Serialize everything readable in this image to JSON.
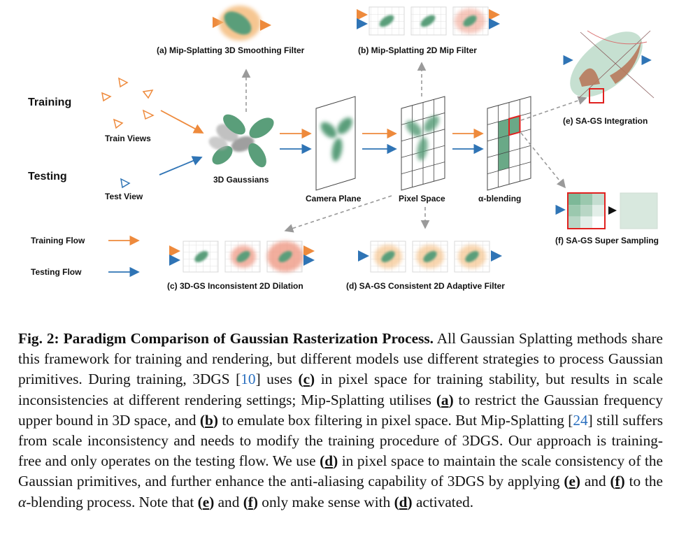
{
  "figure": {
    "labels": {
      "training": "Training",
      "testing": "Testing",
      "train_views": "Train Views",
      "test_view": "Test View",
      "gaussians_3d": "3D Gaussians",
      "camera_plane": "Camera Plane",
      "pixel_space": "Pixel Space",
      "alpha_blending": "α-blending",
      "training_flow": "Training Flow",
      "testing_flow": "Testing Flow",
      "panel_a": "(a) Mip-Splatting 3D Smoothing Filter",
      "panel_b": "(b) Mip-Splatting 2D Mip Filter",
      "panel_c": "(c) 3D-GS Inconsistent 2D Dilation",
      "panel_d": "(d) SA-GS Consistent 2D Adaptive Filter",
      "panel_e": "(e) SA-GS Integration",
      "panel_f": "(f) SA-GS Super Sampling"
    },
    "colors": {
      "training_arrow": "#ee8a3c",
      "testing_arrow": "#2f74b5",
      "gaussian_green": "#5a9e7a",
      "blur_orange": "#f3b46d",
      "dilation_red": "#ef9a85",
      "highlight_red": "#e0211f",
      "dashed_gray": "#9a9a9a"
    }
  },
  "caption": {
    "fig_label": "Fig. 2:",
    "title": "Paradigm Comparison of Gaussian Rasterization Process.",
    "s1": "All Gaussian Splatting methods share this framework for training and rendering, but different models use different strategies to process Gaussian primitives. During training, 3DGS [",
    "ref10": "10",
    "s2": "] uses ",
    "c_letter": "c",
    "s3": " in pixel space for training stability, but results in scale inconsistencies at different rendering settings; Mip-Splatting utilises ",
    "a_letter": "a",
    "s4": " to restrict the Gaussian frequency upper bound in 3D space, and ",
    "b_letter": "b",
    "s5": " to emulate box filtering in pixel space. But Mip-Splatting [",
    "ref24": "24",
    "s6": "] still suffers from scale inconsistency and needs to modify the training procedure of 3DGS. Our approach is training-free and only operates on the testing flow. We use ",
    "d_letter": "d",
    "s7": " in pixel space to maintain the scale consistency of the Gaussian primitives, and further enhance the anti-aliasing capability of 3DGS by applying ",
    "e_letter": "e",
    "s8": " and ",
    "f_letter": "f",
    "s9": " to the ",
    "alpha": "α",
    "s10": "-blending process. Note that ",
    "e_letter2": "e",
    "s11": " and ",
    "f_letter2": "f",
    "s12": " only make sense with ",
    "d_letter2": "d",
    "s13": " activated."
  }
}
